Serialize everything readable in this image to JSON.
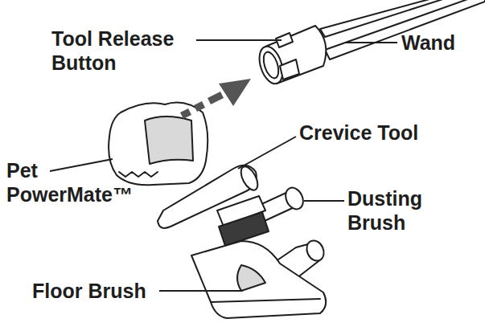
{
  "diagram": {
    "labels": [
      "Tool Release Button",
      "Wand",
      "Pet PowerMate™",
      "Crevice Tool",
      "Dusting Brush",
      "Floor Brush"
    ]
  }
}
